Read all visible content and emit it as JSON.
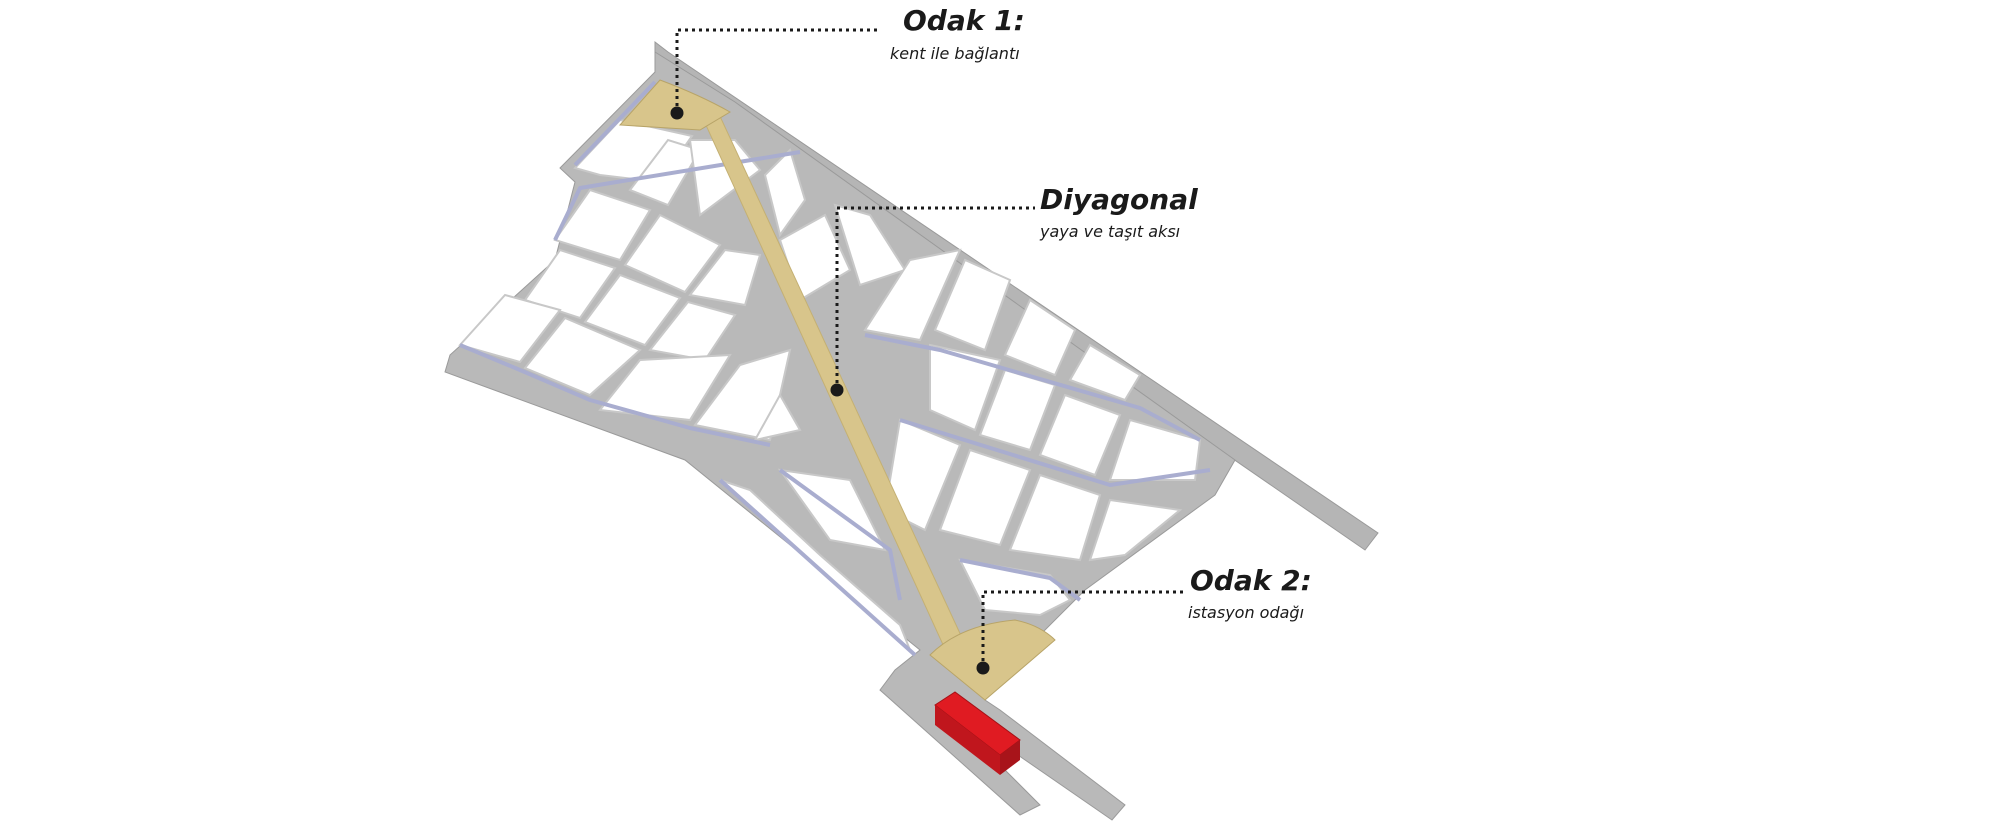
{
  "labels": {
    "focus1": {
      "title": "Odak 1:",
      "subtitle": "kent ile bağlantı"
    },
    "diagonal": {
      "title": "Diyagonal",
      "subtitle": "yaya ve taşıt aksı"
    },
    "focus2": {
      "title": "Odak 2:",
      "subtitle": "istasyon odağı"
    }
  },
  "colors": {
    "road": "#b5b5b5",
    "road_edge": "#9a9a9a",
    "block": "#ffffff",
    "block_edge": "#c8c8c8",
    "sidewalk": "#a9adcf",
    "axis": "#d8c58b",
    "focus_area": "#d8c58b",
    "station": "#e01b22",
    "leader": "#1a1a1a"
  }
}
